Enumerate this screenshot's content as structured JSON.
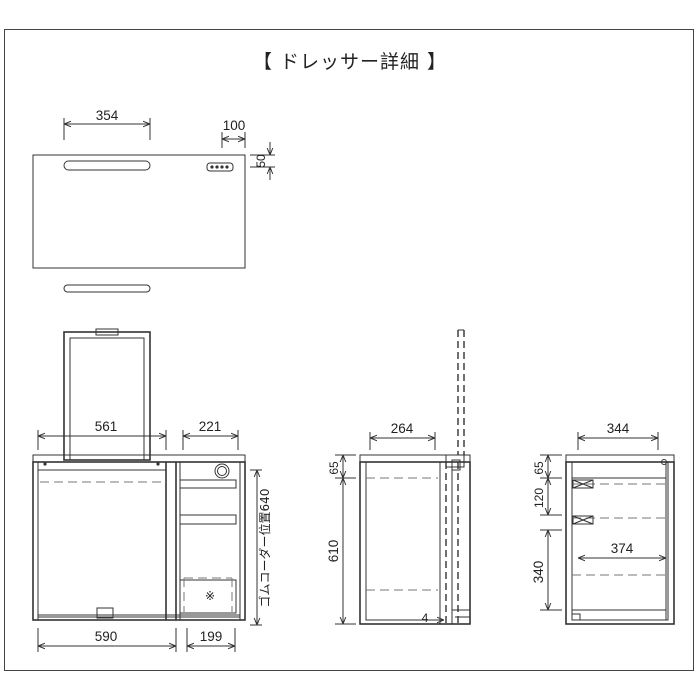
{
  "title": "【 ドレッサー詳細 】",
  "mirror": {
    "width": "354",
    "light": "100",
    "top_offset": "50"
  },
  "front": {
    "left_width": "561",
    "right_width": "221",
    "bottom_left": "590",
    "bottom_right": "199",
    "cord_label": "ゴムコーダー位置640",
    "mark": "※"
  },
  "side": {
    "depth": "264",
    "top": "65",
    "height": "610",
    "small": "4"
  },
  "section": {
    "depth": "344",
    "top": "65",
    "drawer": "120",
    "lower": "340",
    "inner": "374"
  }
}
